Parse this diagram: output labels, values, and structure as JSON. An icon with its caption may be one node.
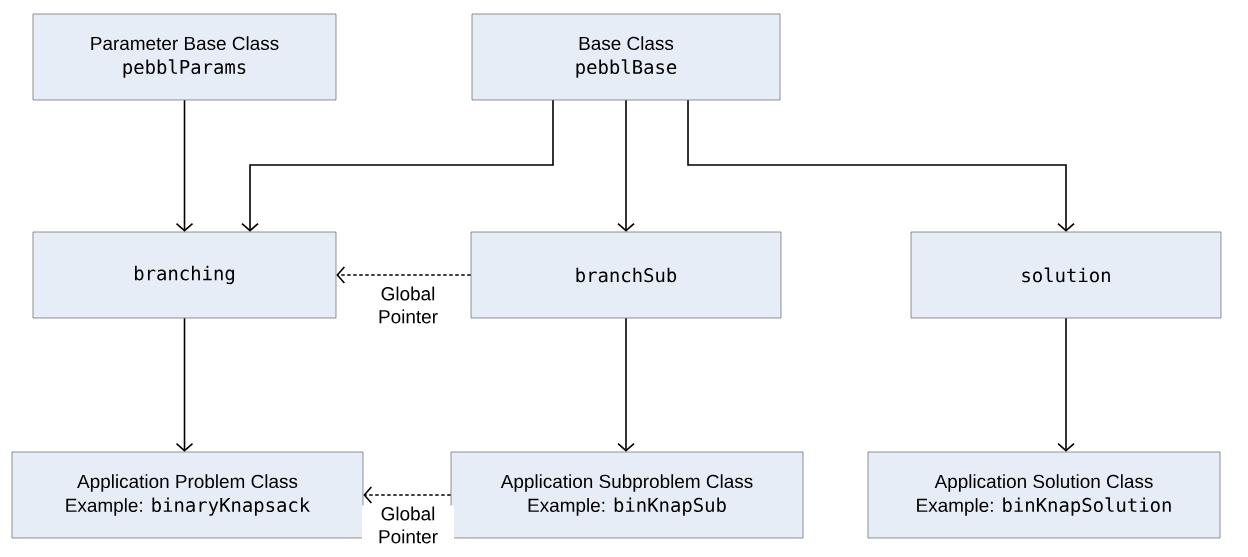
{
  "diagram": {
    "nodes": [
      {
        "text": [
          "Parameter Base Class",
          "pebblParams"
        ]
      },
      {
        "text": [
          "Base Class",
          "pebblBase"
        ]
      },
      {
        "text": [
          "branching"
        ]
      },
      {
        "text": [
          "branchSub"
        ]
      },
      {
        "text": [
          "solution"
        ]
      },
      {
        "text": [
          "Application Problem Class",
          "Example:",
          "binaryKnapsack"
        ]
      },
      {
        "text": [
          "Application Subproblem Class",
          "Example:",
          "binKnapSub"
        ]
      },
      {
        "text": [
          "Application Solution Class",
          "Example:",
          "binKnapSolution"
        ]
      }
    ],
    "edges": [
      {
        "from": 0,
        "to": 2,
        "arrow": "to"
      },
      {
        "from": 1,
        "to": 2,
        "arrow": "to"
      },
      {
        "from": 1,
        "to": 3,
        "arrow": "to"
      },
      {
        "from": 1,
        "to": 4,
        "arrow": "to"
      },
      {
        "from": 3,
        "to": 2,
        "arrow": "to",
        "label": "Global Pointer",
        "style": "dashed"
      },
      {
        "from": 2,
        "to": 5,
        "arrow": "to"
      },
      {
        "from": 3,
        "to": 6,
        "arrow": "to"
      },
      {
        "from": 4,
        "to": 7,
        "arrow": "to"
      },
      {
        "from": 6,
        "to": 5,
        "arrow": "to",
        "label": "Global Pointer",
        "style": "dashed"
      }
    ]
  }
}
